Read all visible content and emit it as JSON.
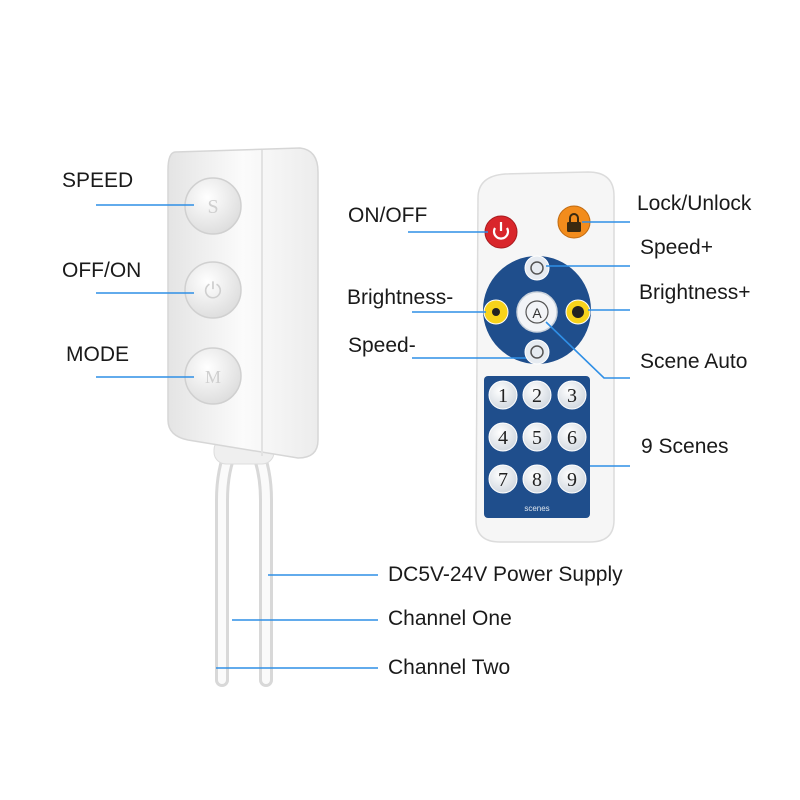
{
  "controller": {
    "buttons": [
      {
        "label": "SPEED",
        "glyph": "S"
      },
      {
        "label": "OFF/ON",
        "glyph": "⏻"
      },
      {
        "label": "MODE",
        "glyph": "M"
      }
    ]
  },
  "remote": {
    "on_off": "ON/OFF",
    "lock": "Lock/Unlock",
    "speed_plus": "Speed+",
    "brightness_minus": "Brightness-",
    "brightness_plus": "Brightness+",
    "speed_minus": "Speed-",
    "scene_auto": "Scene Auto",
    "auto_glyph": "A",
    "scenes_label": "9 Scenes",
    "scenes_caption": "scenes",
    "digits": [
      "1",
      "2",
      "3",
      "4",
      "5",
      "6",
      "7",
      "8",
      "9"
    ]
  },
  "cables": {
    "power": "DC5V-24V Power Supply",
    "channel_one": "Channel One",
    "channel_two": "Channel Two"
  },
  "colors": {
    "callout_line": "#2f8fe6",
    "remote_blue": "#1f4e8c",
    "power_button": "#d9262b",
    "lock_button": "#f28c1c",
    "brightness_button": "#f7d31b"
  }
}
